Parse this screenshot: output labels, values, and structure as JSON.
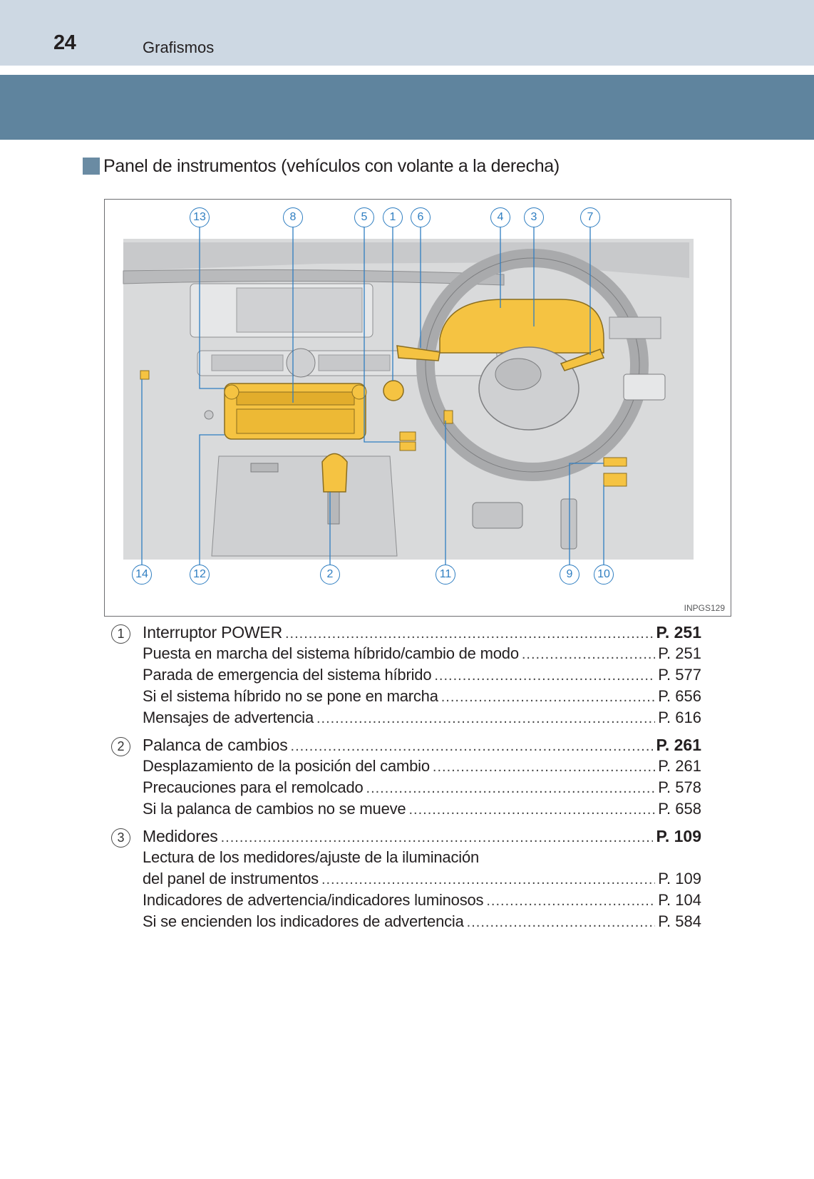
{
  "header": {
    "page_number": "24",
    "chapter": "Grafismos"
  },
  "section": {
    "title": "Panel de instrumentos (vehículos con volante a la derecha)"
  },
  "figure": {
    "code": "INPGS129",
    "callouts_top": [
      "13",
      "8",
      "5",
      "1",
      "6",
      "4",
      "3",
      "7"
    ],
    "callouts_bottom": [
      "14",
      "12",
      "2",
      "11",
      "9",
      "10"
    ]
  },
  "entries": [
    {
      "number": "1",
      "title": "Interruptor POWER",
      "ref": "P. 251",
      "items": [
        {
          "label": "Puesta en marcha del sistema híbrido/cambio de modo",
          "ref": "P. 251"
        },
        {
          "label": "Parada de emergencia del sistema híbrido",
          "ref": "P. 577"
        },
        {
          "label": "Si el sistema híbrido no se pone en marcha",
          "ref": "P. 656"
        },
        {
          "label": "Mensajes de advertencia",
          "ref": "P. 616"
        }
      ]
    },
    {
      "number": "2",
      "title": "Palanca de cambios",
      "ref": "P. 261",
      "items": [
        {
          "label": "Desplazamiento de la posición del cambio",
          "ref": "P. 261"
        },
        {
          "label": "Precauciones para el remolcado",
          "ref": "P. 578"
        },
        {
          "label": "Si la palanca de cambios no se mueve",
          "ref": "P. 658"
        }
      ]
    },
    {
      "number": "3",
      "title": "Medidores",
      "ref": "P. 109",
      "items": [
        {
          "label": "Lectura de los medidores/ajuste de la iluminación",
          "ref": ""
        },
        {
          "label": "del panel de instrumentos",
          "ref": "P. 109"
        },
        {
          "label": "Indicadores de advertencia/indicadores luminosos",
          "ref": "P. 104"
        },
        {
          "label": "Si se encienden los indicadores de advertencia",
          "ref": "P. 584"
        }
      ]
    }
  ]
}
